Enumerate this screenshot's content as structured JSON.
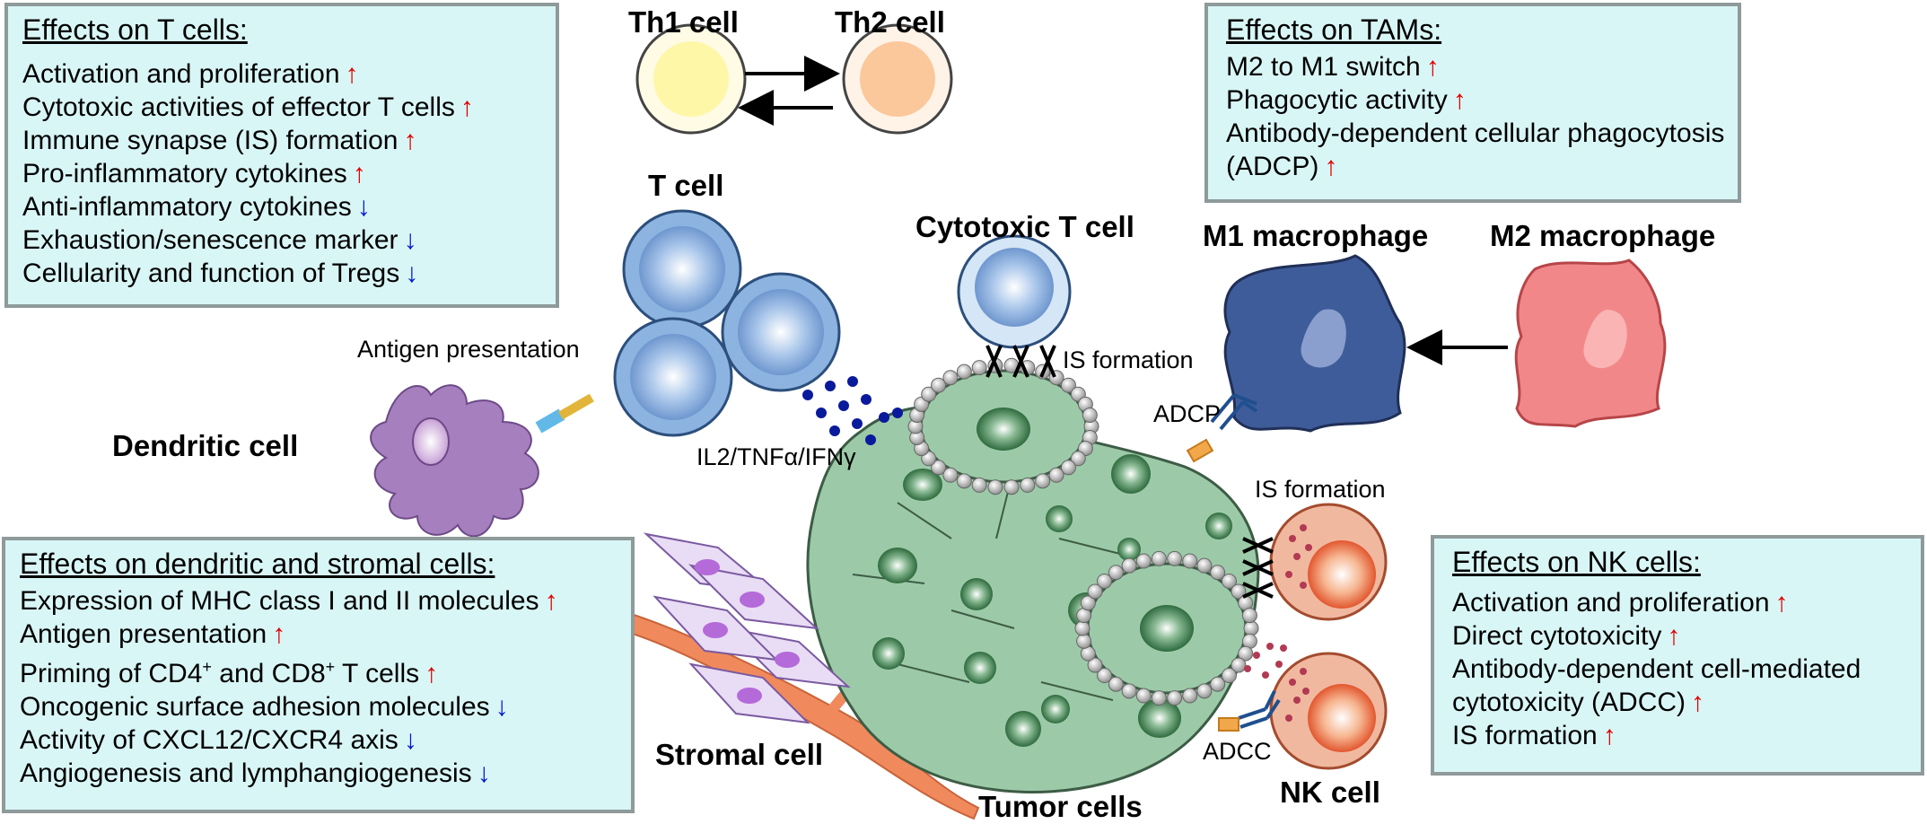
{
  "t_cells_box": {
    "title": "Effects on T cells:",
    "items": [
      {
        "text": "Activation and proliferation",
        "arrow": "↑",
        "dir": "up"
      },
      {
        "text": "Cytotoxic activities of effector T cells",
        "arrow": "↑",
        "dir": "up"
      },
      {
        "text": "Immune synapse (IS) formation",
        "arrow": "↑",
        "dir": "up"
      },
      {
        "text": "Pro-inflammatory cytokines",
        "arrow": "↑",
        "dir": "up"
      },
      {
        "text": "Anti-inflammatory cytokines",
        "arrow": "↓",
        "dir": "down"
      },
      {
        "text": "Exhaustion/senescence marker",
        "arrow": "↓",
        "dir": "down"
      },
      {
        "text": "Cellularity and function of Tregs",
        "arrow": "↓",
        "dir": "down"
      }
    ]
  },
  "tams_box": {
    "title": "Effects on TAMs:",
    "items": [
      {
        "text": "M2 to M1 switch",
        "arrow": "↑",
        "dir": "up"
      },
      {
        "text": "Phagocytic activity",
        "arrow": "↑",
        "dir": "up"
      },
      {
        "text": "Antibody-dependent cellular phagocytosis",
        "arrow": "",
        "dir": "up"
      },
      {
        "text": "(ADCP)",
        "arrow": "↑",
        "dir": "up"
      }
    ]
  },
  "dendritic_box": {
    "title": "Effects on dendritic and stromal cells:",
    "items": [
      {
        "text": "Expression of MHC class I and II molecules",
        "arrow": "↑",
        "dir": "up"
      },
      {
        "text": "Antigen presentation",
        "arrow": "↑",
        "dir": "up"
      },
      {
        "pre": "Priming of CD4",
        "sup1": "+",
        "mid": " and CD8",
        "sup2": "+",
        "post": " T cells",
        "arrow": "↑",
        "dir": "up"
      },
      {
        "text": "Oncogenic surface adhesion molecules",
        "arrow": "↓",
        "dir": "down"
      },
      {
        "text": "Activity of CXCL12/CXCR4 axis",
        "arrow": "↓",
        "dir": "down"
      },
      {
        "text": "Angiogenesis and lymphangiogenesis",
        "arrow": "↓",
        "dir": "down"
      }
    ]
  },
  "nk_box": {
    "title": "Effects on NK cells:",
    "items": [
      {
        "text": "Activation and proliferation",
        "arrow": "↑",
        "dir": "up"
      },
      {
        "text": "Direct cytotoxicity",
        "arrow": "↑",
        "dir": "up"
      },
      {
        "text": "Antibody-dependent cell-mediated",
        "arrow": "",
        "dir": "up"
      },
      {
        "text": "cytotoxicity (ADCC)",
        "arrow": "↑",
        "dir": "up"
      },
      {
        "text": "IS formation",
        "arrow": "↑",
        "dir": "up"
      }
    ]
  },
  "labels": {
    "th1": "Th1 cell",
    "th2": "Th2 cell",
    "t_cell": "T cell",
    "cytotoxic_t": "Cytotoxic T cell",
    "m1": "M1 macrophage",
    "m2": "M2 macrophage",
    "antigen_presentation": "Antigen presentation",
    "dendritic": "Dendritic cell",
    "cytokines": "IL2/TNFα/IFNγ",
    "is_formation_top": "IS formation",
    "is_formation_nk": "IS formation",
    "adcp": "ADCP",
    "adcc": "ADCC",
    "stromal": "Stromal cell",
    "tumor": "Tumor cells",
    "nk": "NK cell"
  },
  "colors": {
    "box_fill": "#d9f6f6",
    "box_border": "#8f9a9a",
    "up_arrow": "#e00000",
    "down_arrow": "#0018d0",
    "tumor": "#9ccaa8",
    "t_cell": "#8db3e0",
    "m1": "#3f5c9a",
    "m2": "#f2878a",
    "dendritic": "#a67fbf",
    "nk": "#f1b8a0",
    "th1": "#fff7a8",
    "th2": "#fbc89c"
  }
}
